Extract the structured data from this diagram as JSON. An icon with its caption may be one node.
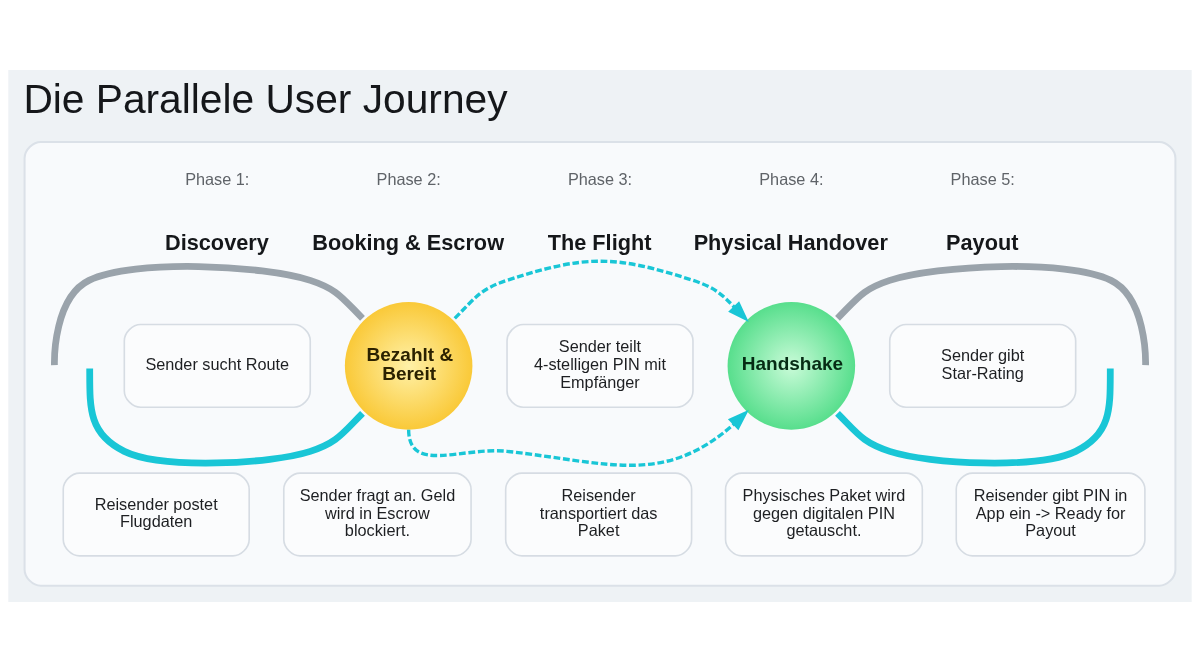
{
  "diagram": {
    "title": "Die Parallele User Journey",
    "nodes": [
      {
        "text": [],
        "shape": "box"
      },
      {
        "text": [
          "Sender sucht Route"
        ],
        "in": 0
      },
      {
        "text": [
          "Reisender postet Flugdaten"
        ],
        "in": 0
      },
      {
        "text": [
          "Bezahlt & Bereit"
        ],
        "in": 0
      },
      {
        "text": [
          "Sender fragt an. Geld wird in Escrow blockiert."
        ],
        "in": 0
      },
      {
        "text": [
          "Sender teilt 4-stelligen PIN mit Empfänger"
        ],
        "in": 0
      },
      {
        "text": [
          "Reisender transportiert das Paket"
        ],
        "in": 0
      },
      {
        "text": [
          "Handshake"
        ],
        "in": 0
      },
      {
        "text": [
          "Physisches Paket wird gegen digitalen PIN getauscht."
        ],
        "in": 0
      },
      {
        "text": [
          "Sender gibt Star-Rating"
        ],
        "in": 0
      },
      {
        "text": [
          "Reisender gibt PIN in App ein -> Ready for Payout"
        ],
        "in": 0
      }
    ],
    "edges": [
      {
        "from": null,
        "to": 3,
        "arrow": "none",
        "color": "#9aa3ab"
      },
      {
        "from": null,
        "to": 3,
        "arrow": "none"
      },
      {
        "from": 3,
        "to": 7,
        "arrow": "to",
        "style": "dashed"
      },
      {
        "from": 3,
        "to": 7,
        "arrow": "to",
        "style": "dashed"
      },
      {
        "from": 7,
        "to": null,
        "arrow": "none",
        "color": "#9aa3ab"
      },
      {
        "from": 7,
        "to": null,
        "arrow": "none"
      }
    ],
    "labels": [
      "Phase 1:",
      "Discovery",
      "Phase 2:",
      "Booking & Escrow",
      "Phase 3:",
      "The Flight",
      "Phase 4:",
      "Physical Handover",
      "Phase 5:",
      "Payout"
    ]
  }
}
